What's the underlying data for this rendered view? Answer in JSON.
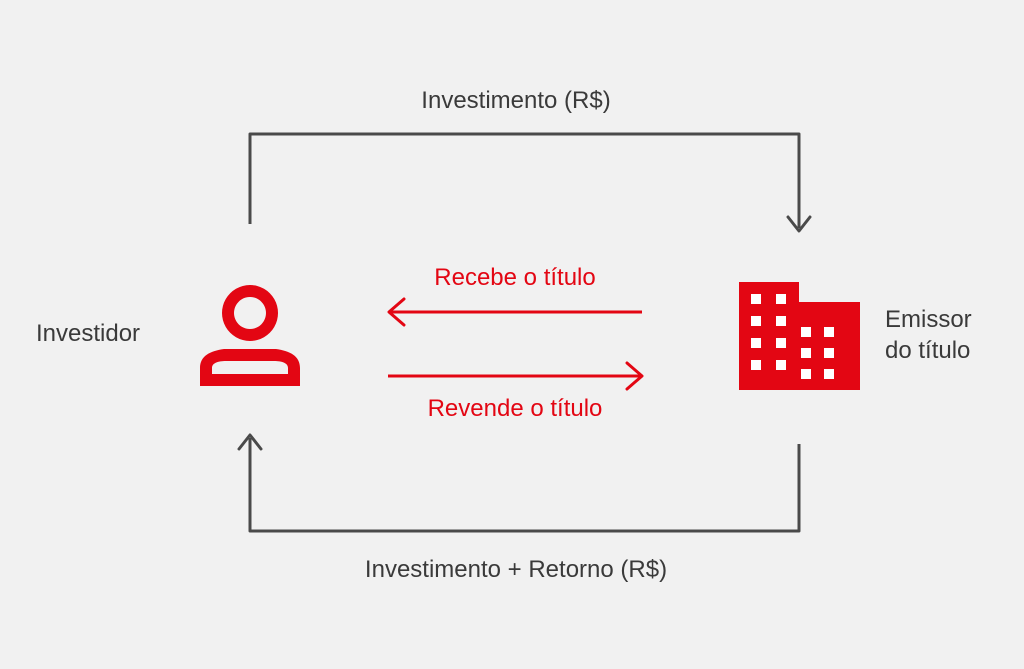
{
  "flows": {
    "investment": "Investimento (R$)",
    "return": "Investimento + Retorno (R$)",
    "receive_title": "Recebe o título",
    "resell_title": "Revende o título"
  },
  "parties": {
    "investor": {
      "label": "Investidor",
      "icon": "person-icon"
    },
    "issuer": {
      "label_line1": "Emissor",
      "label_line2": "do título",
      "icon": "building-icon"
    }
  },
  "colors": {
    "background": "#f1f1f1",
    "text": "#3a3a3a",
    "accent": "#e30613",
    "connector": "#4a4a4a"
  }
}
